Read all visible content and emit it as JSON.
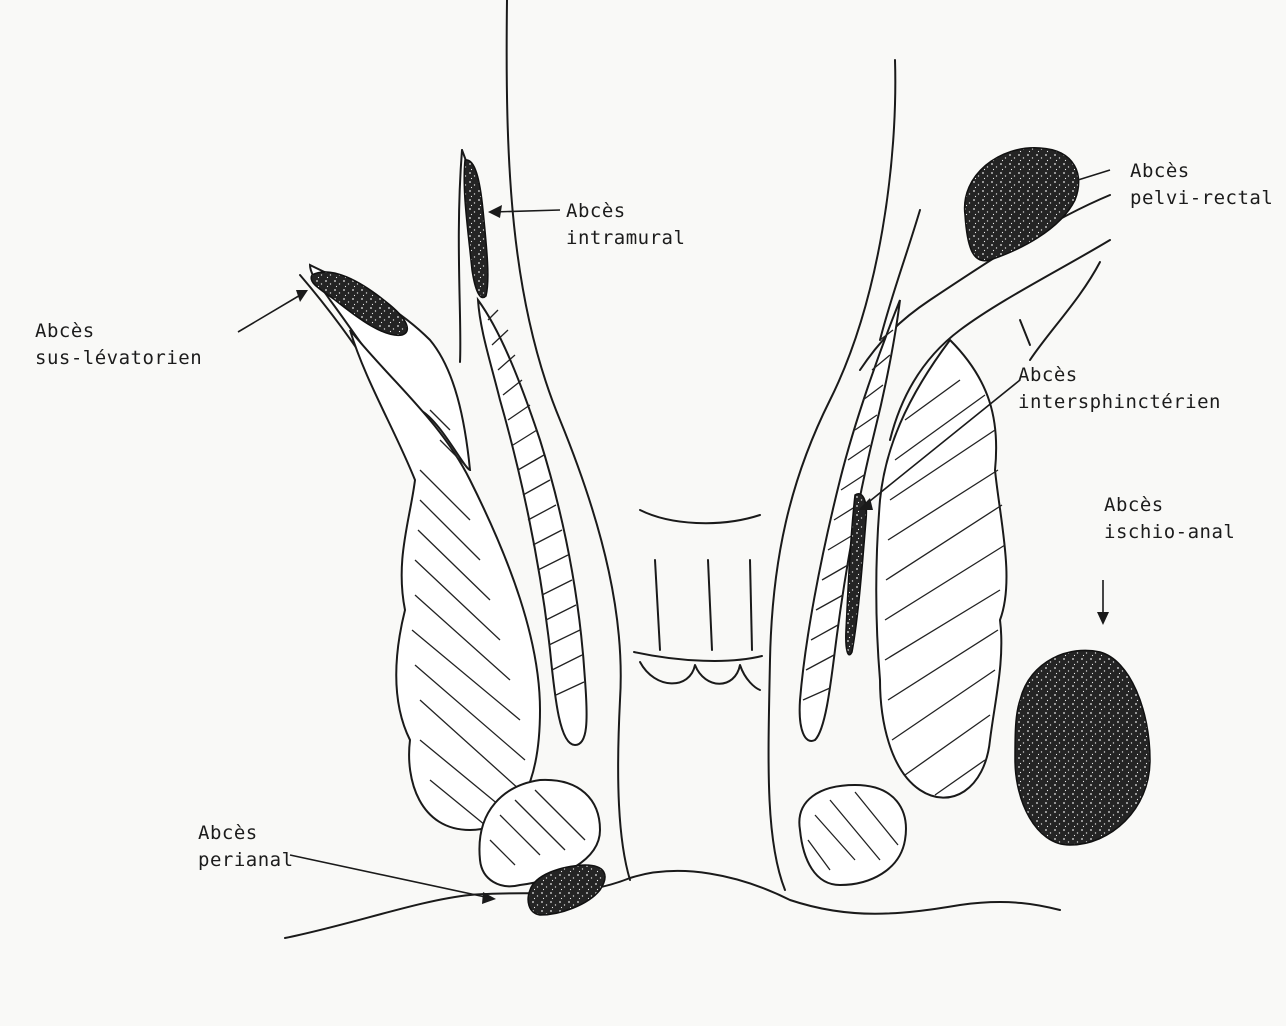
{
  "labels": {
    "intramural": {
      "line1": "Abcès",
      "line2": "intramural"
    },
    "sus_levatorien": {
      "line1": "Abcès",
      "line2": "sus-lévatorien"
    },
    "pelvi_rectal": {
      "line1": "Abcès",
      "line2": "pelvi-rectal"
    },
    "intersphincterien": {
      "line1": "Abcès",
      "line2": "intersphinctérien"
    },
    "ischio_anal": {
      "line1": "Abcès",
      "line2": "ischio-anal"
    },
    "perianal": {
      "line1": "Abcès",
      "line2": "perianal"
    }
  },
  "colors": {
    "line": "#1a1a1a",
    "abscess_fill": "#222222",
    "paper": "#f9f9f7"
  }
}
